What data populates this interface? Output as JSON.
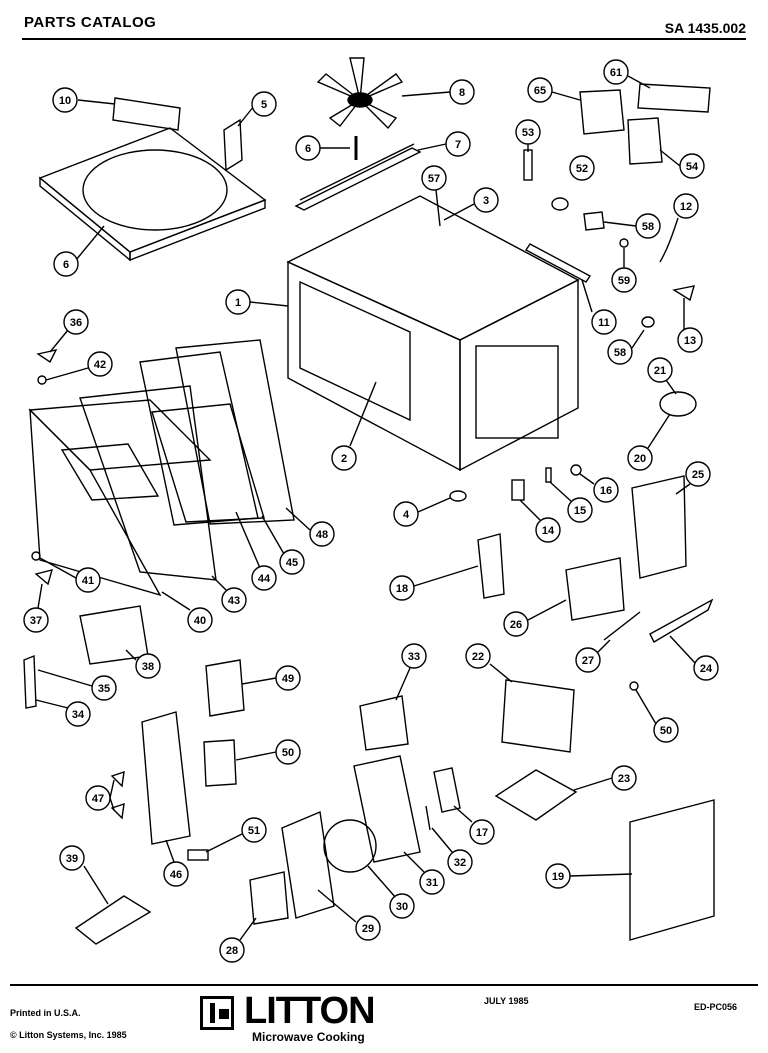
{
  "header": {
    "title": "PARTS  CATALOG",
    "code": "SA 1435.002"
  },
  "footer": {
    "printed": "Printed in U.S.A.",
    "copyright": "© Litton Systems, Inc. 1985",
    "date": "JULY 1985",
    "doc_id": "ED-PC056",
    "brand": "LITTON",
    "brand_sub": "Microwave Cooking"
  },
  "callouts": {
    "c10": "10",
    "c5": "5",
    "c8": "8",
    "c6a": "6",
    "c7": "7",
    "c57": "57",
    "c3": "3",
    "c65": "65",
    "c61": "61",
    "c53": "53",
    "c52": "52",
    "c54": "54",
    "c58a": "58",
    "c59": "59",
    "c12": "12",
    "c6b": "6",
    "c1": "1",
    "c11": "11",
    "c13": "13",
    "c58b": "58",
    "c21": "21",
    "c20": "20",
    "c36": "36",
    "c42": "42",
    "c2": "2",
    "c4": "4",
    "c14": "14",
    "c15": "15",
    "c16": "16",
    "c25": "25",
    "c48": "48",
    "c45": "45",
    "c44": "44",
    "c43": "43",
    "c40": "40",
    "c41": "41",
    "c37": "37",
    "c38": "38",
    "c18": "18",
    "c26": "26",
    "c27": "27",
    "c24": "24",
    "c35": "35",
    "c34": "34",
    "c33": "33",
    "c22a": "22",
    "c49": "49",
    "c50a": "50",
    "c50b": "50",
    "c47": "47",
    "c46": "46",
    "c51": "51",
    "c23": "23",
    "c17": "17",
    "c32": "32",
    "c31": "31",
    "c30": "30",
    "c19": "19",
    "c39": "39",
    "c29": "29",
    "c28": "28"
  }
}
